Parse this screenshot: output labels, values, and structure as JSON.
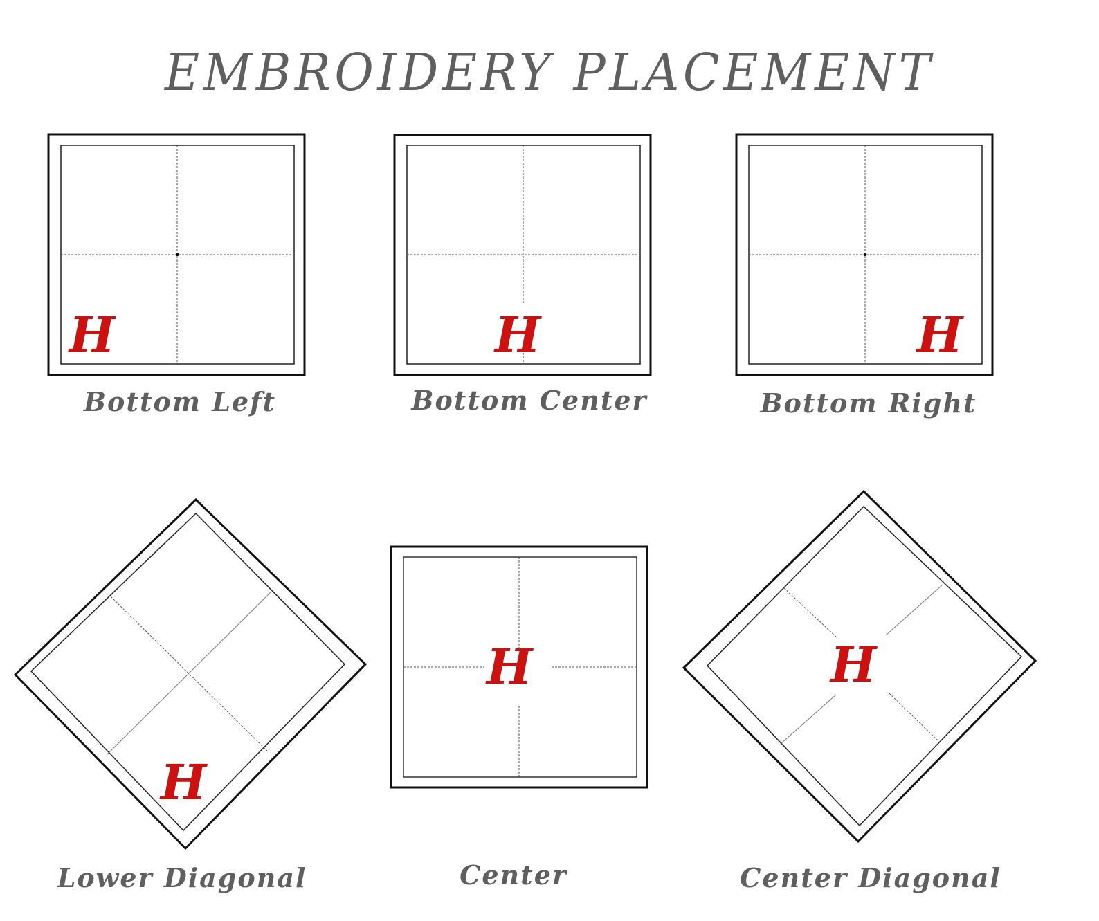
{
  "title": "EMBROIDERY PLACEMENT",
  "monogram": "H",
  "colors": {
    "title_text": "#5f5f5f",
    "label_text": "#5f5f5f",
    "monogram": "#cc1111",
    "outline": "#111111",
    "guides": "#555555"
  },
  "placements": [
    {
      "id": "bottom-left",
      "label": "Bottom Left",
      "shape": "square",
      "position": "bottom-left"
    },
    {
      "id": "bottom-center",
      "label": "Bottom Center",
      "shape": "square",
      "position": "bottom-center"
    },
    {
      "id": "bottom-right",
      "label": "Bottom Right",
      "shape": "square",
      "position": "bottom-right"
    },
    {
      "id": "lower-diagonal",
      "label": "Lower Diagonal",
      "shape": "diamond",
      "position": "lower-corner"
    },
    {
      "id": "center",
      "label": "Center",
      "shape": "square",
      "position": "center"
    },
    {
      "id": "center-diagonal",
      "label": "Center Diagonal",
      "shape": "diamond",
      "position": "center"
    }
  ]
}
